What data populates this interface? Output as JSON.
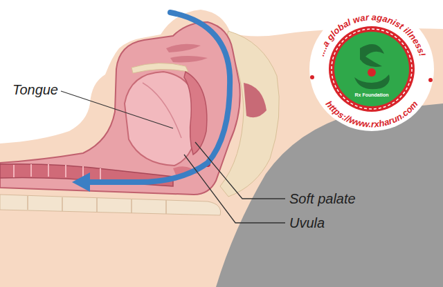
{
  "diagram": {
    "labels": [
      "Tongue",
      "Soft palate",
      "Uvula",
      "....a global war aganist illness!",
      "https://www.rxharun.com",
      "Rx Foundation"
    ]
  }
}
